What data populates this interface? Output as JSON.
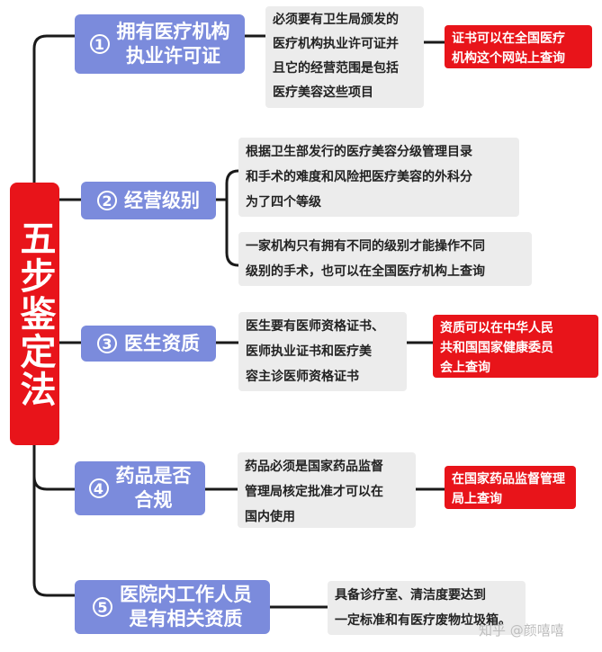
{
  "root": "五步鉴定法",
  "steps": [
    {
      "num": "1",
      "title": "拥有医疗机构\n执业许可证",
      "details": [
        "必须要有卫生局颁发的\n医疗机构执业许可证并\n且它的经营范围是包括\n医疗美容这些项目"
      ],
      "note": "证书可以在全国医疗\n机构这个网站上查询"
    },
    {
      "num": "2",
      "title": "经营级别",
      "details": [
        "根据卫生部发行的医疗美容分级管理目录\n和手术的难度和风险把医疗美容的外科分\n为了四个等级",
        "一家机构只有拥有不同的级别才能操作不同\n级别的手术，也可以在全国医疗机构上查询"
      ],
      "note": ""
    },
    {
      "num": "3",
      "title": "医生资质",
      "details": [
        "医生要有医师资格证书、\n医师执业证书和医疗美\n容主诊医师资格证书"
      ],
      "note": "资质可以在中华人民\n共和国国家健康委员\n会上查询"
    },
    {
      "num": "4",
      "title": "药品是否\n合规",
      "details": [
        "药品必须是国家药品监督\n管理局核定批准才可以在\n国内使用"
      ],
      "note": "在国家药品监督管理\n局上查询"
    },
    {
      "num": "5",
      "title": "医院内工作人员\n是有相关资质",
      "details": [
        "具备诊疗室、清洁度要达到\n一定标准和有医疗废物垃圾箱。"
      ],
      "note": ""
    }
  ],
  "watermark": "知乎 @颜嘻嘻"
}
